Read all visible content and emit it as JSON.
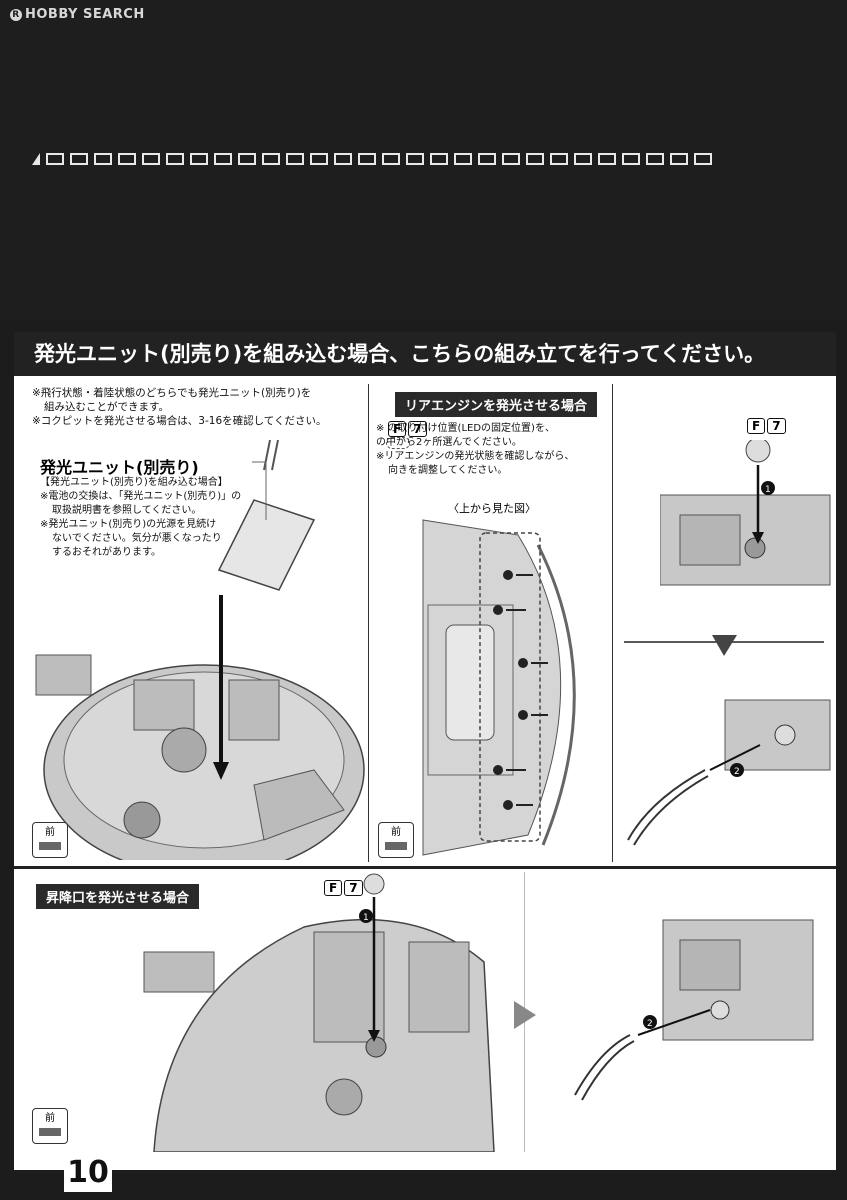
{
  "watermark": "HOBBY SEARCH",
  "page_number": "10",
  "header": {
    "title": "発光ユニット(別売り)を組み込む場合、こちらの組み立てを行ってください。"
  },
  "section1": {
    "notes": [
      "※飛行状態・着陸状態のどちらでも発光ユニット(別売り)を",
      "組み込むことができます。",
      "※コクピットを発光させる場合は、3-16を確認してください。"
    ],
    "unit_title": "発光ユニット(別売り)",
    "unit_notes": [
      "【発光ユニット(別売り)を組み込む場合】",
      "※電池の交換は、「発光ユニット(別売り)」の",
      "取扱説明書を参照してください。",
      "※発光ユニット(別売り)の光源を見続け",
      "ないでください。気分が悪くなったり",
      "するおそれがあります。"
    ],
    "front_label": "前"
  },
  "section2": {
    "title": "リアエンジンを発光させる場合",
    "part": "F",
    "part_num": "7",
    "notes": [
      "※      の取り付け位置(LEDの固定位置)を、",
      "      の中から2ヶ所選んでください。",
      "※リアエンジンの発光状態を確認しながら、",
      "向きを調整してください。"
    ],
    "view_label": "〈上から見た図〉",
    "front_label": "前"
  },
  "section3": {
    "part": "F",
    "part_num": "7",
    "step1": "1",
    "step2": "2"
  },
  "section4": {
    "title": "昇降口を発光させる場合",
    "part": "F",
    "part_num": "7",
    "step1": "1",
    "step2": "2",
    "front_label": "前"
  }
}
